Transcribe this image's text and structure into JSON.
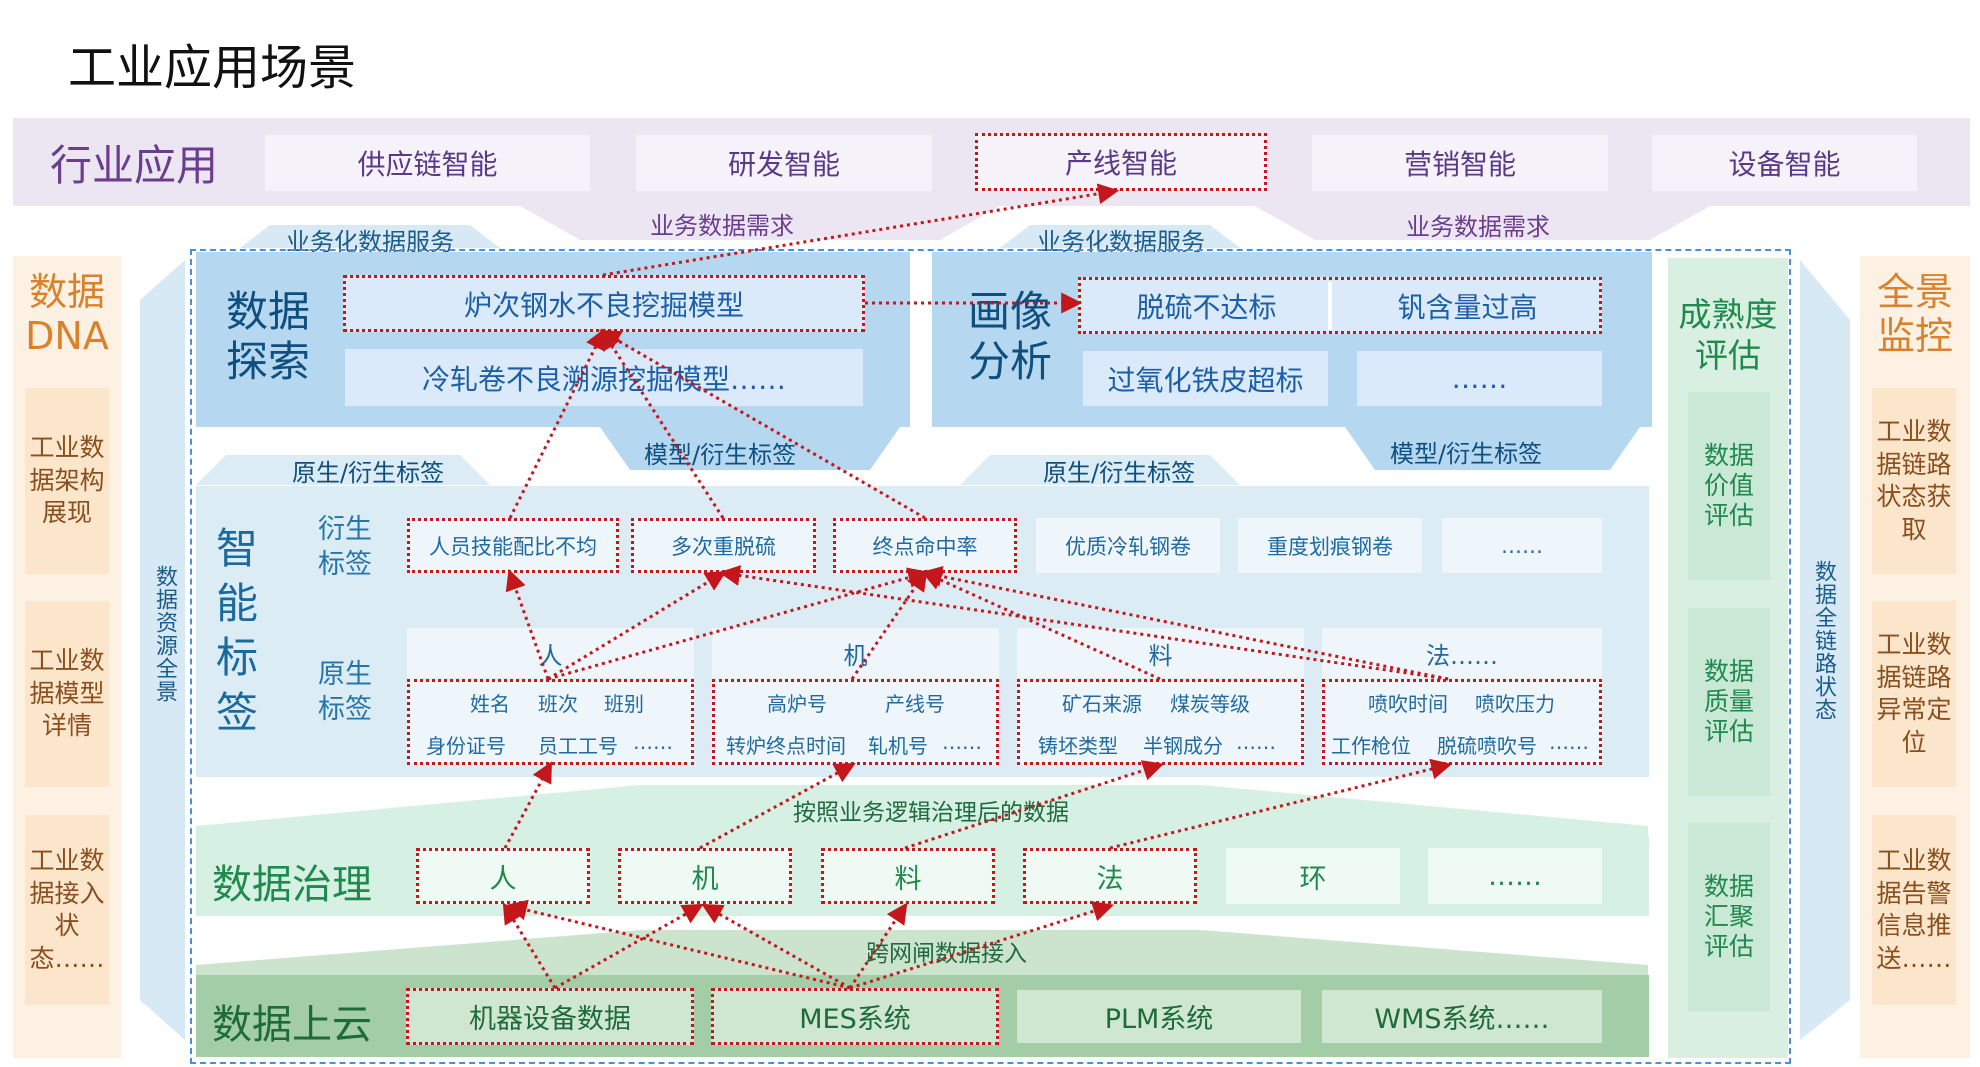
{
  "title": "工业应用场景",
  "industry": {
    "title": "行业应用",
    "items": [
      "供应链智能",
      "研发智能",
      "产线智能",
      "营销智能",
      "设备智能"
    ]
  },
  "service_labels": {
    "svc1": "业务化数据服务",
    "svc2": "业务化数据服务",
    "req1": "业务数据需求",
    "req2": "业务数据需求",
    "tag1": "原生/衍生标签",
    "tag2": "原生/衍生标签",
    "model1": "模型/衍生标签",
    "model2": "模型/衍生标签",
    "governed": "按照业务逻辑治理后的数据",
    "cross": "跨网闸数据接入"
  },
  "left": {
    "title": "数据DNA",
    "items": [
      "工业数据架构展现",
      "工业数据模型详情",
      "工业数据接入状态……"
    ],
    "resource": "数据资源全景"
  },
  "right": {
    "title": "全景监控",
    "items": [
      "工业数据链路状态获取",
      "工业数据链路异常定位",
      "工业数据告警信息推送……"
    ],
    "chain": "数据全链路状态"
  },
  "explore": {
    "title": "数据探索",
    "items": [
      "炉次钢水不良挖掘模型",
      "冷轧卷不良溯源挖掘模型……"
    ]
  },
  "image": {
    "title": "画像分析",
    "items": [
      "脱硫不达标",
      "钒含量过高",
      "过氧化铁皮超标",
      "……"
    ]
  },
  "maturity": {
    "title": "成熟度评估",
    "items": [
      "数据价值评估",
      "数据质量评估",
      "数据汇聚评估"
    ]
  },
  "tags": {
    "title": "智能标签",
    "derived_label": "衍生标签",
    "native_label": "原生标签",
    "derived": [
      "人员技能配比不均",
      "多次重脱硫",
      "终点命中率",
      "优质冷轧钢卷",
      "重度划痕钢卷",
      "……"
    ],
    "categories": [
      "人",
      "机",
      "料",
      "法……"
    ],
    "sources": [
      [
        "姓名",
        "班次",
        "班别",
        "身份证号",
        "员工工号",
        "……"
      ],
      [
        "高炉号",
        "产线号",
        "转炉终点时间",
        "轧机号",
        "……"
      ],
      [
        "矿石来源",
        "煤炭等级",
        "铸坯类型",
        "半钢成分",
        "……"
      ],
      [
        "喷吹时间",
        "喷吹压力",
        "工作枪位",
        "脱硫喷吹号",
        "……"
      ]
    ]
  },
  "governance": {
    "title": "数据治理",
    "items": [
      "人",
      "机",
      "料",
      "法",
      "环",
      "……"
    ]
  },
  "cloud": {
    "title": "数据上云",
    "items": [
      "机器设备数据",
      "MES系统",
      "PLM系统",
      "WMS系统……"
    ]
  },
  "colors": {
    "red_dotted": "#c4171c",
    "industry_purple": "#6a3d8e",
    "blue": "#0e4f7f",
    "green": "#1f8a4c",
    "orange": "#d9822b"
  }
}
